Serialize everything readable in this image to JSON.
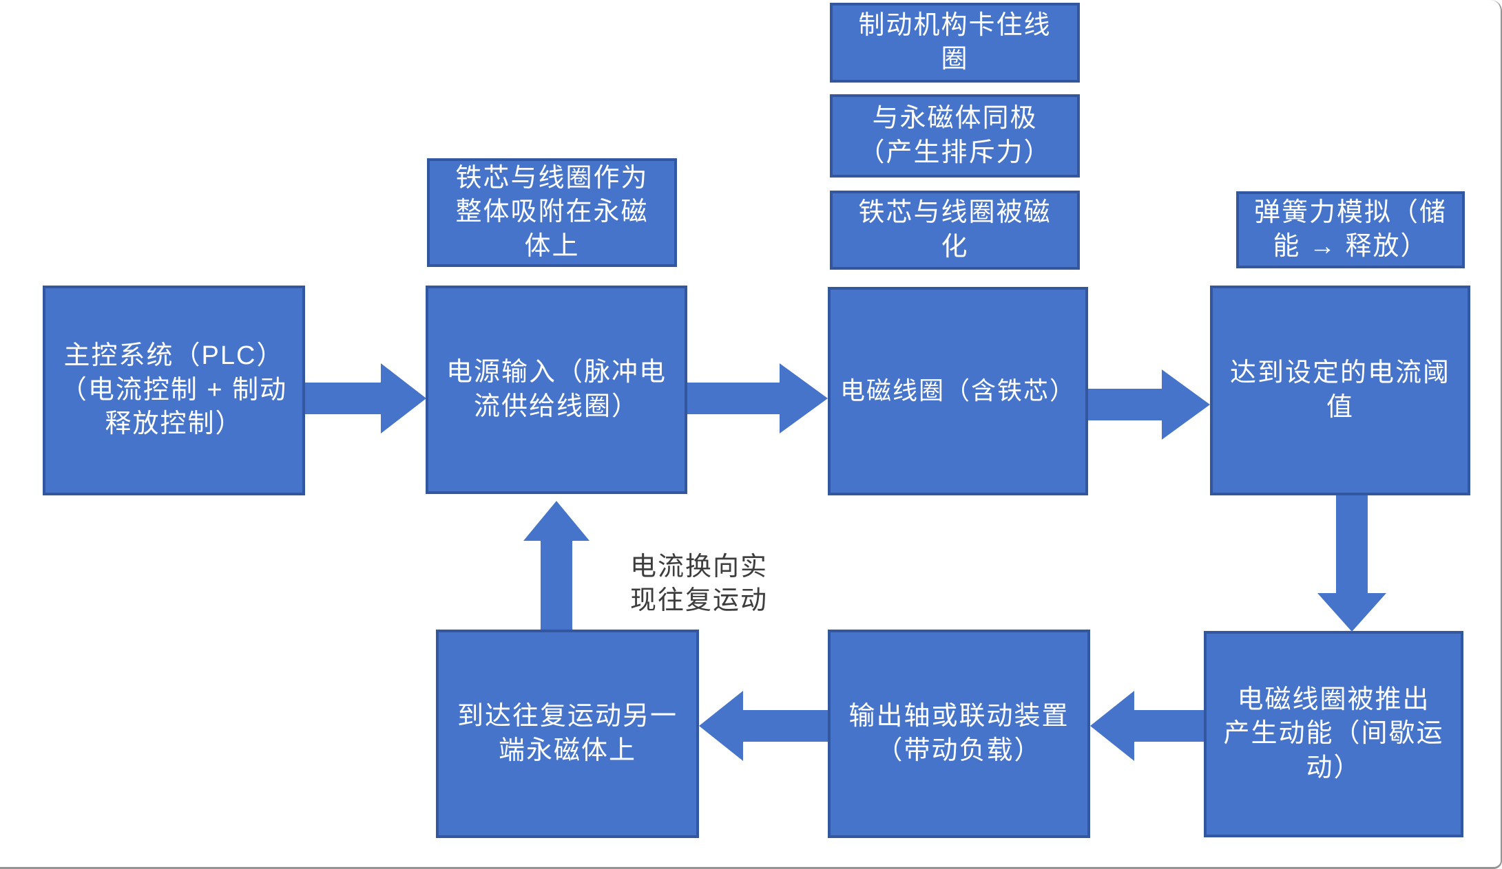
{
  "diagram": {
    "title_hint": "电磁往复运动控制流程图",
    "colors": {
      "box_fill": "#4674ca",
      "box_border": "#32579e",
      "arrow_fill": "#4674ca",
      "box_text": "#ffffff",
      "label_text": "#3d3d3d",
      "frame_border": "#949494",
      "background": "#ffffff"
    },
    "nodes": {
      "brake": {
        "text": "制动机构卡住线\n圈"
      },
      "samepole": {
        "text": "与永磁体同极\n（产生排斥力）"
      },
      "magnetized": {
        "text": "铁芯与线圈被磁\n化"
      },
      "noteleft": {
        "text": "铁芯与线圈作为\n整体吸附在永磁\n体上"
      },
      "spring": {
        "text": "弹簧力模拟（储\n能 → 释放）"
      },
      "plc": {
        "text": "主控系统（PLC）\n（电流控制 + 制动\n释放控制）"
      },
      "power": {
        "text": "电源输入（脉冲电\n流供给线圈）"
      },
      "coil": {
        "text": "电磁线圈（含铁芯）"
      },
      "threshold": {
        "text": "达到设定的电流阈\n值"
      },
      "pushed": {
        "text": "电磁线圈被推出\n产生动能（间歇运\n动）"
      },
      "output": {
        "text": "输出轴或联动装置\n（带动负载）"
      },
      "end": {
        "text": "到达往复运动另一\n端永磁体上"
      }
    },
    "flow_label": {
      "text": "电流换向实\n现往复运动"
    },
    "arrows": [
      {
        "id": "plc-to-power",
        "direction": "right"
      },
      {
        "id": "power-to-coil",
        "direction": "right"
      },
      {
        "id": "coil-to-threshold",
        "direction": "right"
      },
      {
        "id": "threshold-to-pushed",
        "direction": "down"
      },
      {
        "id": "pushed-to-output",
        "direction": "left"
      },
      {
        "id": "output-to-end",
        "direction": "left"
      },
      {
        "id": "end-to-power",
        "direction": "up"
      }
    ]
  }
}
